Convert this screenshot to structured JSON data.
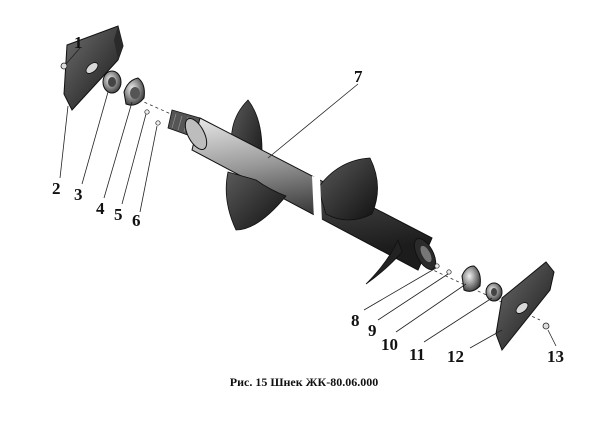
{
  "callouts": [
    "1",
    "2",
    "3",
    "4",
    "5",
    "6",
    "7",
    "8",
    "9",
    "10",
    "11",
    "12",
    "13"
  ],
  "caption": "Рис. 15 Шнек ЖК-80.06.000"
}
